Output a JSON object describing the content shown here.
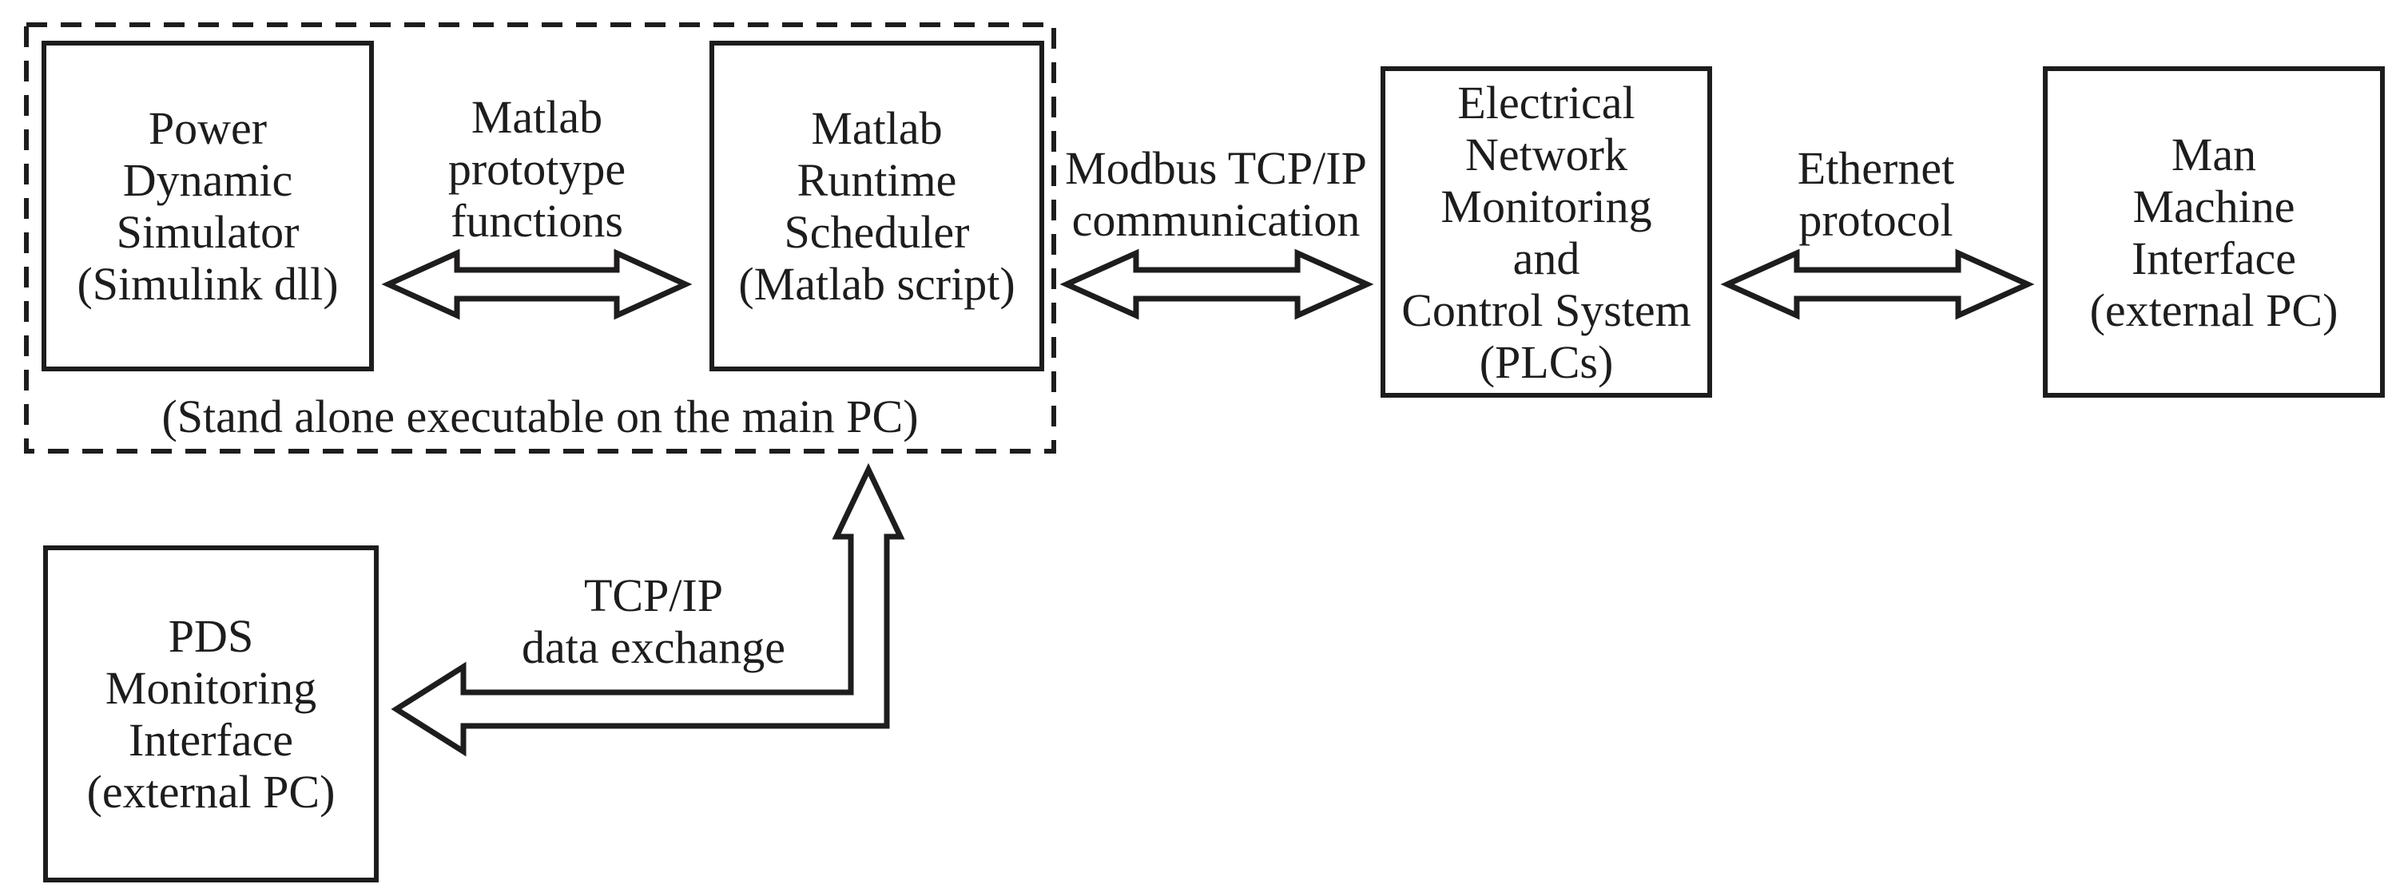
{
  "diagram": {
    "background_color": "#ffffff",
    "ink_color": "#1e1c1c",
    "nodes": {
      "power_dynamic_simulator": {
        "lines": [
          "Power",
          "Dynamic",
          "Simulator",
          "(Simulink dll)"
        ]
      },
      "matlab_runtime_scheduler": {
        "lines": [
          "Matlab",
          "Runtime",
          "Scheduler",
          "(Matlab script)"
        ]
      },
      "electrical_network_monitoring": {
        "lines": [
          "Electrical",
          "Network",
          "Monitoring",
          "and",
          "Control System",
          "(PLCs)"
        ]
      },
      "man_machine_interface": {
        "lines": [
          "Man",
          "Machine",
          "Interface",
          "(external PC)"
        ]
      },
      "pds_monitoring_interface": {
        "lines": [
          "PDS",
          "Monitoring",
          "Interface",
          "(external PC)"
        ]
      }
    },
    "group_caption": "(Stand alone executable on the main PC)",
    "connections": {
      "matlab_prototype_functions": {
        "lines": [
          "Matlab",
          "prototype",
          "functions"
        ]
      },
      "modbus_tcpip": {
        "lines": [
          "Modbus TCP/IP",
          "communication"
        ]
      },
      "ethernet_protocol": {
        "lines": [
          "Ethernet",
          "protocol"
        ]
      },
      "tcpip_data_exchange": {
        "lines": [
          "TCP/IP",
          "data exchange"
        ]
      }
    }
  }
}
